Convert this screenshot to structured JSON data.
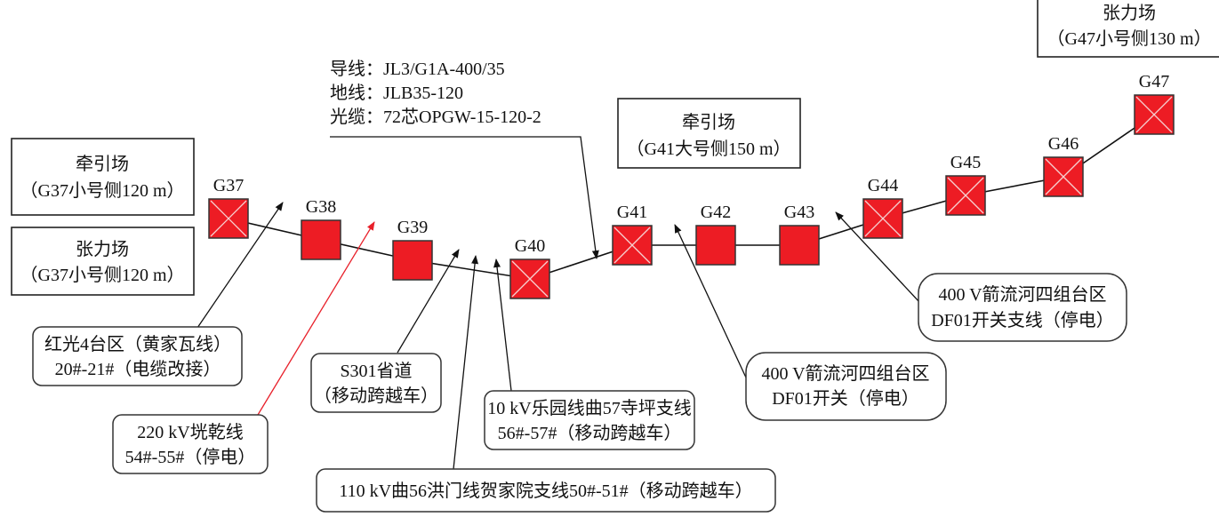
{
  "diagram": {
    "tower_color": "#ed1c24",
    "cross_color": "#f6d0d0",
    "red_arrow_color": "#e8202a",
    "legend_note": "crossed box = tension tower, plain box = suspension tower",
    "towers": [
      {
        "id": "G37",
        "type": "tension"
      },
      {
        "id": "G38",
        "type": "suspension"
      },
      {
        "id": "G39",
        "type": "suspension"
      },
      {
        "id": "G40",
        "type": "tension"
      },
      {
        "id": "G41",
        "type": "tension"
      },
      {
        "id": "G42",
        "type": "suspension"
      },
      {
        "id": "G43",
        "type": "suspension"
      },
      {
        "id": "G44",
        "type": "tension"
      },
      {
        "id": "G45",
        "type": "tension"
      },
      {
        "id": "G46",
        "type": "tension"
      },
      {
        "id": "G47",
        "type": "tension"
      }
    ],
    "site_boxes": [
      {
        "line1": "牵引场",
        "line2": "（G37小号侧120 m）"
      },
      {
        "line1": "张力场",
        "line2": "（G37小号侧120 m）"
      },
      {
        "line1": "牵引场",
        "line2": "（G41大号侧150 m）"
      },
      {
        "line1": "张力场",
        "line2": "（G47小号侧130 m）"
      }
    ],
    "spec": {
      "conductor": "导线：JL3/G1A-400/35",
      "ground_wire": "地线：JLB35-120",
      "optical_cable": "光缆：72芯OPGW-15-120-2"
    },
    "crossings": [
      {
        "line1": "红光4台区（黄家瓦线）",
        "line2": "20#-21#（电缆改接）",
        "highlight": false
      },
      {
        "line1": "220 kV垙乾线",
        "line2": "54#-55#（停电）",
        "highlight": true
      },
      {
        "line1": "S301省道",
        "line2": "（移动跨越车）",
        "highlight": false
      },
      {
        "line1": "110 kV曲56洪门线贺家院支线50#-51#（移动跨越车）",
        "line2": "",
        "highlight": false
      },
      {
        "line1": "10 kV乐园线曲57寺坪支线",
        "line2": "56#-57#（移动跨越车）",
        "highlight": false
      },
      {
        "line1": "400 V箭流河四组台区",
        "line2": "DF01开关（停电）",
        "highlight": false
      },
      {
        "line1": "400 V箭流河四组台区",
        "line2": "DF01开关支线（停电）",
        "highlight": false
      }
    ]
  }
}
